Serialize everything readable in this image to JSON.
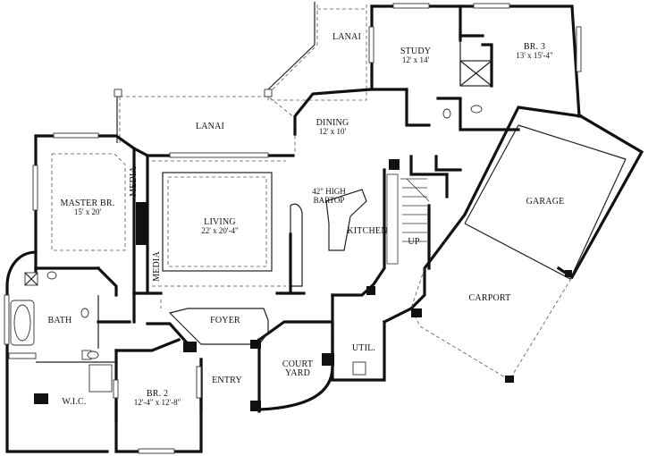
{
  "rooms": {
    "lanai_upper": "LANAI",
    "lanai_lower": "LANAI",
    "study_name": "STUDY",
    "study_dim": "12' x 14'",
    "br3_name": "BR. 3",
    "br3_dim": "13' x 15'-4\"",
    "dining_name": "DINING",
    "dining_dim": "12' x 10'",
    "master_name": "MASTER BR.",
    "master_dim": "15' x 20'",
    "media_upper": "MEDIA",
    "media_lower": "MEDIA",
    "living_name": "LIVING",
    "living_dim": "22' x 20'-4\"",
    "bartop_line1": "42\" HIGH",
    "bartop_line2": "BARTOP",
    "kitchen_name": "KITCHEN",
    "up_label": "UP",
    "garage_name": "GARAGE",
    "carport_name": "CARPORT",
    "bath_name": "BATH",
    "foyer_name": "FOYER",
    "util_name": "UTIL.",
    "courtyard_line1": "COURT",
    "courtyard_line2": "YARD",
    "entry_name": "ENTRY",
    "br2_name": "BR. 2",
    "br2_dim": "12'-4\" x 12'-8\"",
    "wic_name": "W.I.C."
  }
}
